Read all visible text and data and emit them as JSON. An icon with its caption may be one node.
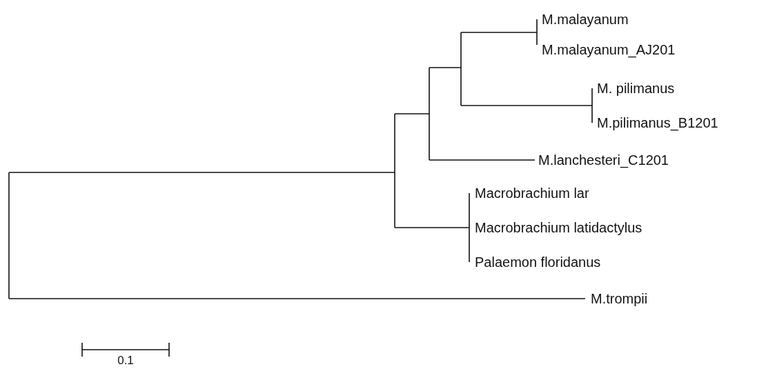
{
  "diagram": {
    "labels": [
      "M.malayanum",
      "M.malayanum_AJ201",
      "M. pilimanus",
      "M.pilimanus_B1201",
      "M.lanchesteri_C1201",
      "Macrobrachium lar",
      "Macrobrachium latidactylus",
      "Palaemon floridanus",
      "M.trompii",
      "0.1"
    ]
  }
}
